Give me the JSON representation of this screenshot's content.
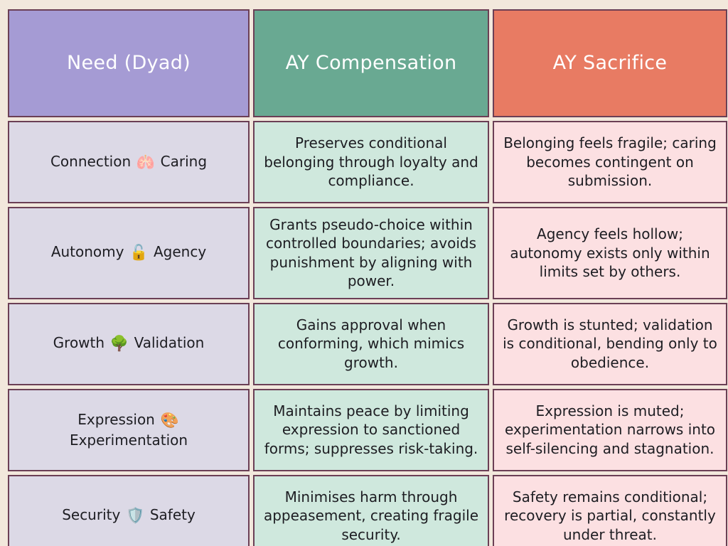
{
  "table": {
    "columns": [
      {
        "key": "need",
        "header": "Need (Dyad)",
        "header_bg": "#a59bd4",
        "body_bg": "#dcd9e6"
      },
      {
        "key": "compensation",
        "header": "AY Compensation",
        "header_bg": "#69a992",
        "body_bg": "#cfe8dd"
      },
      {
        "key": "sacrifice",
        "header": "AY Sacrifice",
        "header_bg": "#e87b63",
        "body_bg": "#fce0e2"
      }
    ],
    "rows": [
      {
        "need_before": "Connection",
        "need_emoji": "🫁",
        "need_emoji_name": "lungs-emoji",
        "need_after": "Caring",
        "compensation": "Preserves conditional belonging through loyalty and compliance.",
        "sacrifice": "Belonging feels fragile; caring becomes contingent on submission."
      },
      {
        "need_before": "Autonomy",
        "need_emoji": "🔓",
        "need_emoji_name": "open-lock-emoji",
        "need_after": "Agency",
        "compensation": "Grants pseudo-choice within controlled boundaries; avoids punishment by aligning with power.",
        "sacrifice": "Agency feels hollow; autonomy exists only within limits set by others."
      },
      {
        "need_before": "Growth",
        "need_emoji": "🌳",
        "need_emoji_name": "tree-emoji",
        "need_after": "Validation",
        "compensation": "Gains approval when conforming, which mimics growth.",
        "sacrifice": "Growth is stunted; validation is conditional, bending only to obedience."
      },
      {
        "need_before": "Expression",
        "need_emoji": "🎨",
        "need_emoji_name": "artist-palette-emoji",
        "need_after": "Experimentation",
        "compensation": "Maintains peace by limiting expression to sanctioned forms; suppresses risk-taking.",
        "sacrifice": "Expression is muted; experimentation narrows into self-silencing and stagnation."
      },
      {
        "need_before": "Security",
        "need_emoji": "🛡️",
        "need_emoji_name": "shield-emoji",
        "need_after": "Safety",
        "compensation": "Minimises harm through appeasement, creating fragile security.",
        "sacrifice": "Safety remains conditional; recovery is partial, constantly under threat."
      }
    ]
  },
  "theme": {
    "page_background": "#f2e8dc",
    "border_color": "#6b3f55",
    "header_text_color": "#ffffff",
    "body_text_color": "#1d1d22"
  }
}
